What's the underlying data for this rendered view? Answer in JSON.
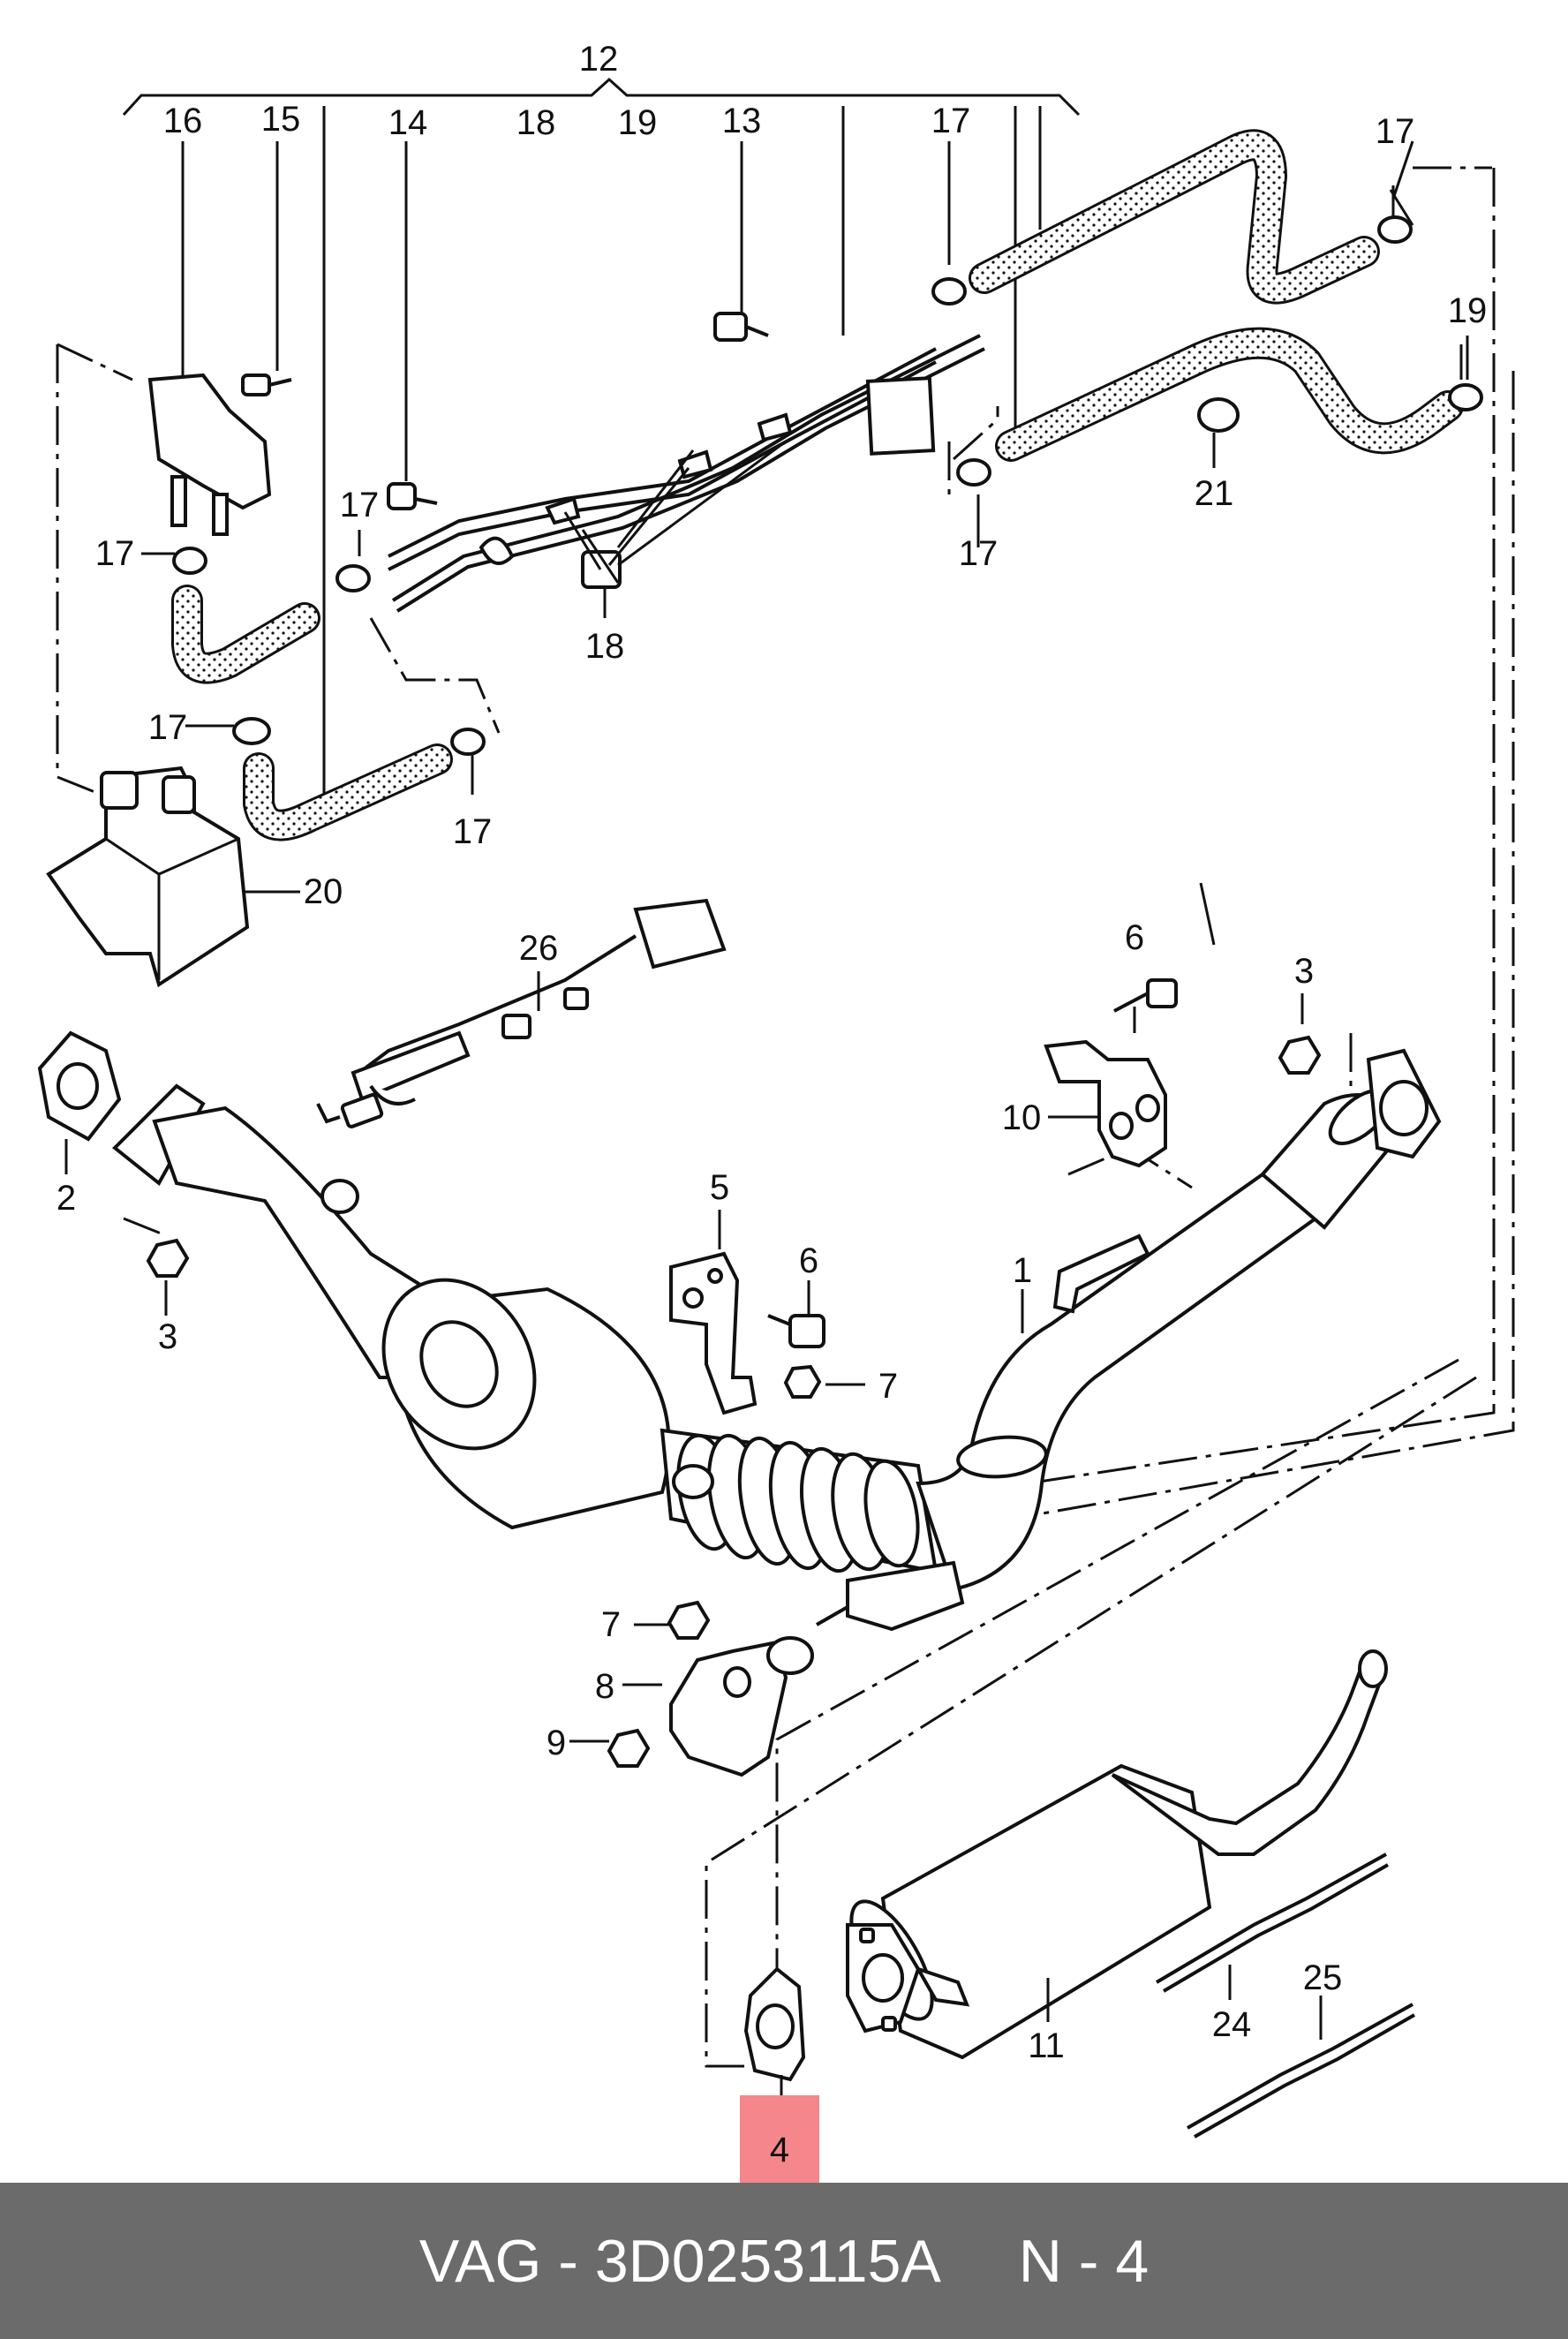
{
  "diagram": {
    "callouts": [
      {
        "id": "12",
        "text": "12"
      },
      {
        "id": "16",
        "text": "16"
      },
      {
        "id": "15",
        "text": "15"
      },
      {
        "id": "14",
        "text": "14"
      },
      {
        "id": "18a",
        "text": "18"
      },
      {
        "id": "19a",
        "text": "19"
      },
      {
        "id": "13",
        "text": "13"
      },
      {
        "id": "17a",
        "text": "17"
      },
      {
        "id": "17b",
        "text": "17"
      },
      {
        "id": "19b",
        "text": "19"
      },
      {
        "id": "17c",
        "text": "17"
      },
      {
        "id": "21",
        "text": "21"
      },
      {
        "id": "17d",
        "text": "17"
      },
      {
        "id": "17e",
        "text": "17"
      },
      {
        "id": "18b",
        "text": "18"
      },
      {
        "id": "17f",
        "text": "17"
      },
      {
        "id": "17g",
        "text": "17"
      },
      {
        "id": "20",
        "text": "20"
      },
      {
        "id": "26",
        "text": "26"
      },
      {
        "id": "6a",
        "text": "6"
      },
      {
        "id": "3a",
        "text": "3"
      },
      {
        "id": "10",
        "text": "10"
      },
      {
        "id": "2",
        "text": "2"
      },
      {
        "id": "5",
        "text": "5"
      },
      {
        "id": "6b",
        "text": "6"
      },
      {
        "id": "1",
        "text": "1"
      },
      {
        "id": "3b",
        "text": "3"
      },
      {
        "id": "7a",
        "text": "7"
      },
      {
        "id": "7b",
        "text": "7"
      },
      {
        "id": "8",
        "text": "8"
      },
      {
        "id": "9",
        "text": "9"
      },
      {
        "id": "11",
        "text": "11"
      },
      {
        "id": "24",
        "text": "24"
      },
      {
        "id": "25",
        "text": "25"
      }
    ],
    "highlight_label": "4"
  },
  "footer": {
    "part_number": "VAG - 3D0253115A",
    "position": "N - 4"
  }
}
